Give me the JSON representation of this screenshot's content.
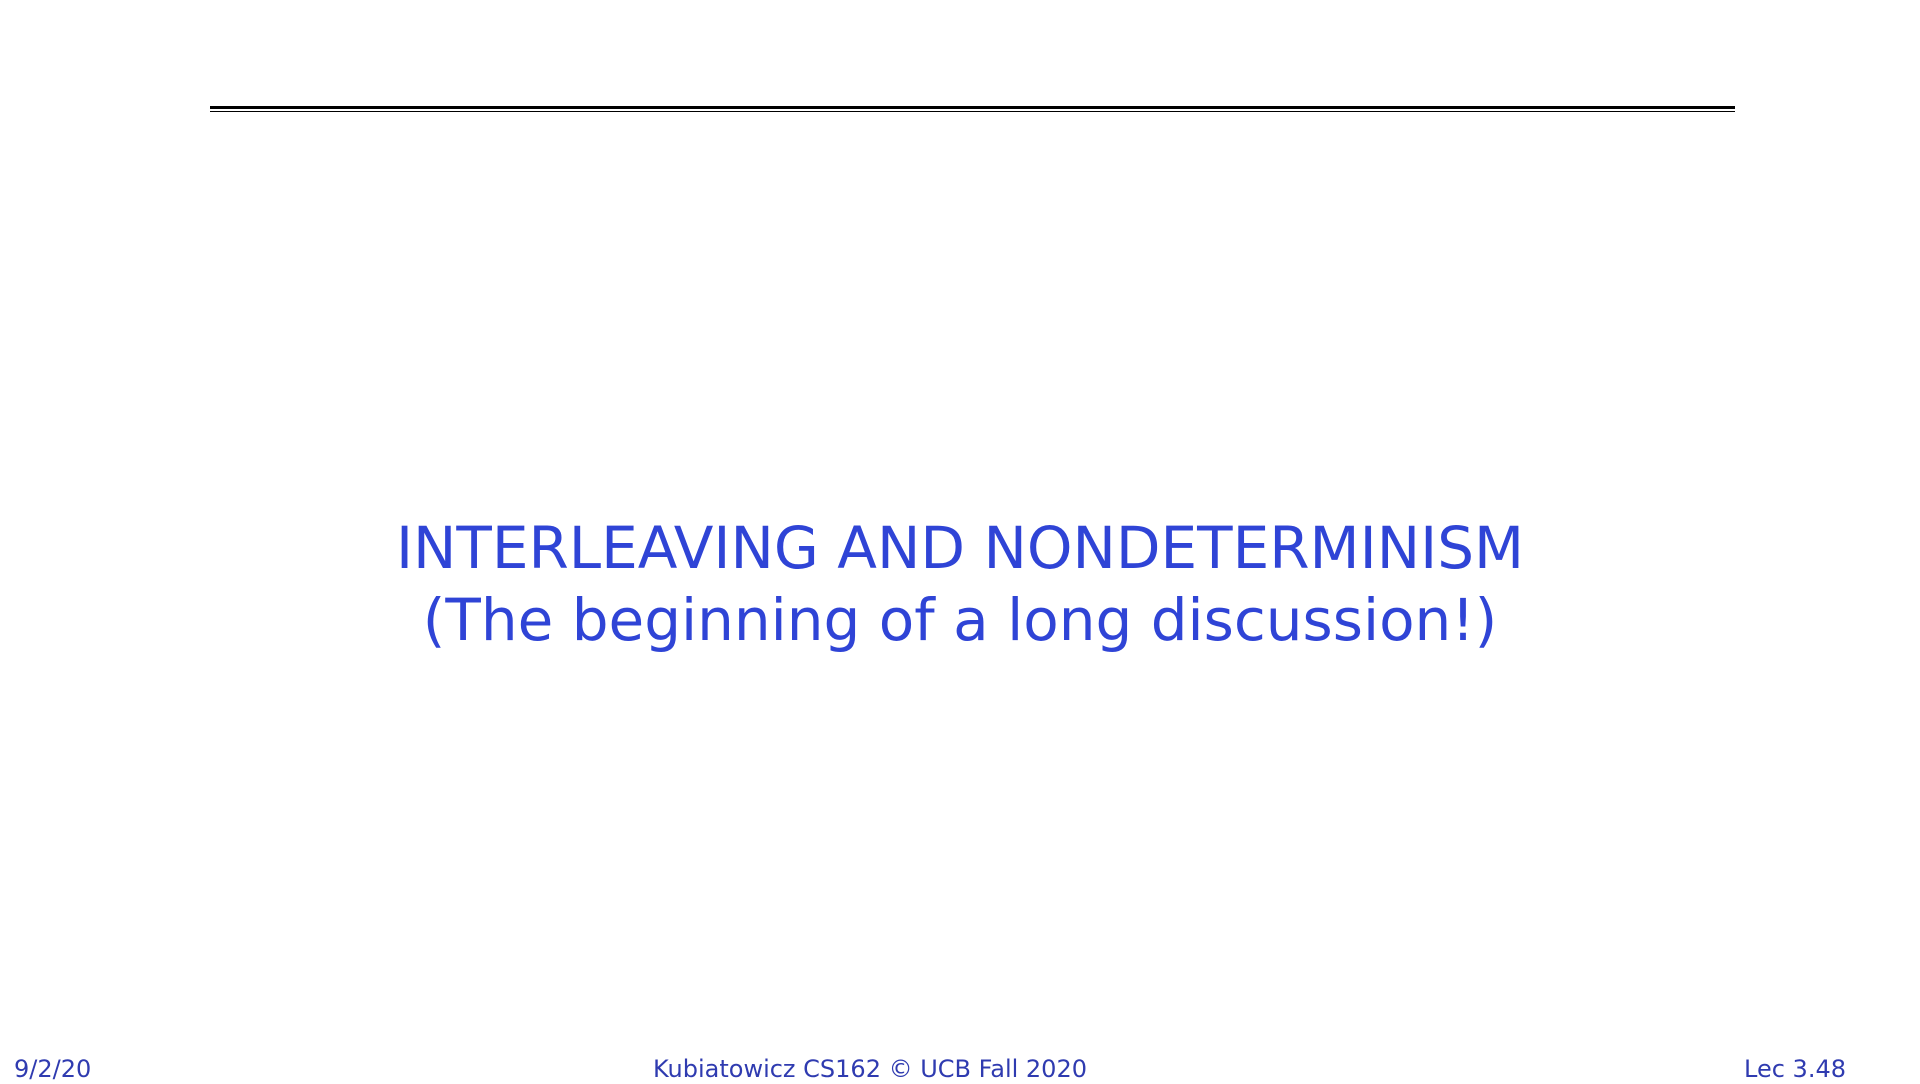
{
  "slide": {
    "title_line1": "INTERLEAVING AND NONDETERMINISM",
    "title_line2": "(The beginning of a long discussion!)"
  },
  "footer": {
    "date": "9/2/20",
    "course": "Kubiatowicz CS162 © UCB Fall 2020",
    "slide_number": "Lec 3.48"
  },
  "colors": {
    "title": "#2f44d6",
    "footer": "#2f3bb0",
    "rule": "#000000",
    "background": "#ffffff"
  }
}
